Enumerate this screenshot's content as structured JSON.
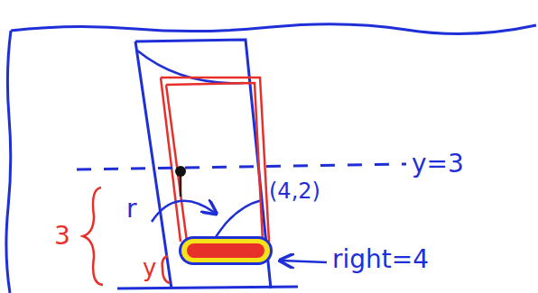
{
  "diagram": {
    "labels": [
      "y=3",
      "3",
      "r",
      "(4,2)",
      "y",
      "right=4"
    ]
  }
}
